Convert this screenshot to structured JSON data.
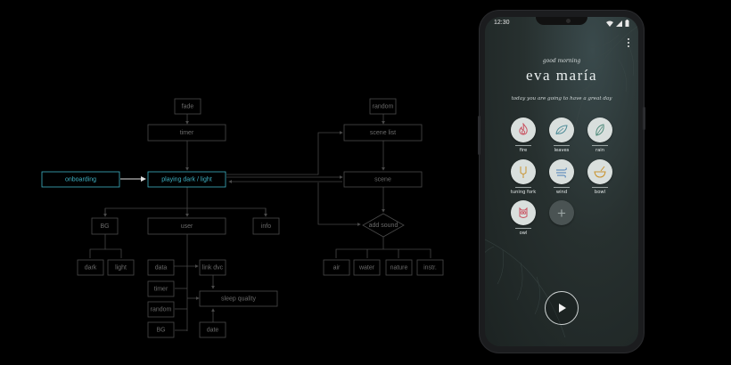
{
  "flow": {
    "nodes": {
      "fade": "fade",
      "timer": "timer",
      "onboarding": "onboarding",
      "playing": "playing dark / light",
      "random_top": "random",
      "scene_list": "scene list",
      "scene": "scene",
      "bg": "BG",
      "user": "user",
      "info": "info",
      "add_sound": "add sound",
      "dark": "dark",
      "light": "light",
      "data": "data",
      "link_dvc": "link dvc",
      "timer2": "timer",
      "random2": "random",
      "sleep_quality": "sleep quality",
      "bg2": "BG",
      "date": "date",
      "air": "air",
      "water": "water",
      "nature": "nature",
      "instr": "instr."
    }
  },
  "phone": {
    "status": {
      "time": "12:30"
    },
    "greeting": "good morning",
    "user_name": "eva maría",
    "tagline": "today you are going to have a great day",
    "sounds": [
      {
        "label": "fire",
        "icon": "flame-icon",
        "color": "#c94f5e"
      },
      {
        "label": "leaves",
        "icon": "leaf-icon",
        "color": "#4a8a96"
      },
      {
        "label": "rain",
        "icon": "rain-leaf-icon",
        "color": "#4e8a7a"
      },
      {
        "label": "tuning fork",
        "icon": "tuning-fork-icon",
        "color": "#c9932e"
      },
      {
        "label": "wind",
        "icon": "wind-icon",
        "color": "#4a7fb8"
      },
      {
        "label": "bowl",
        "icon": "singing-bowl-icon",
        "color": "#c9932e"
      },
      {
        "label": "owl",
        "icon": "owl-icon",
        "color": "#c94f5e"
      }
    ],
    "add_label": "+"
  }
}
